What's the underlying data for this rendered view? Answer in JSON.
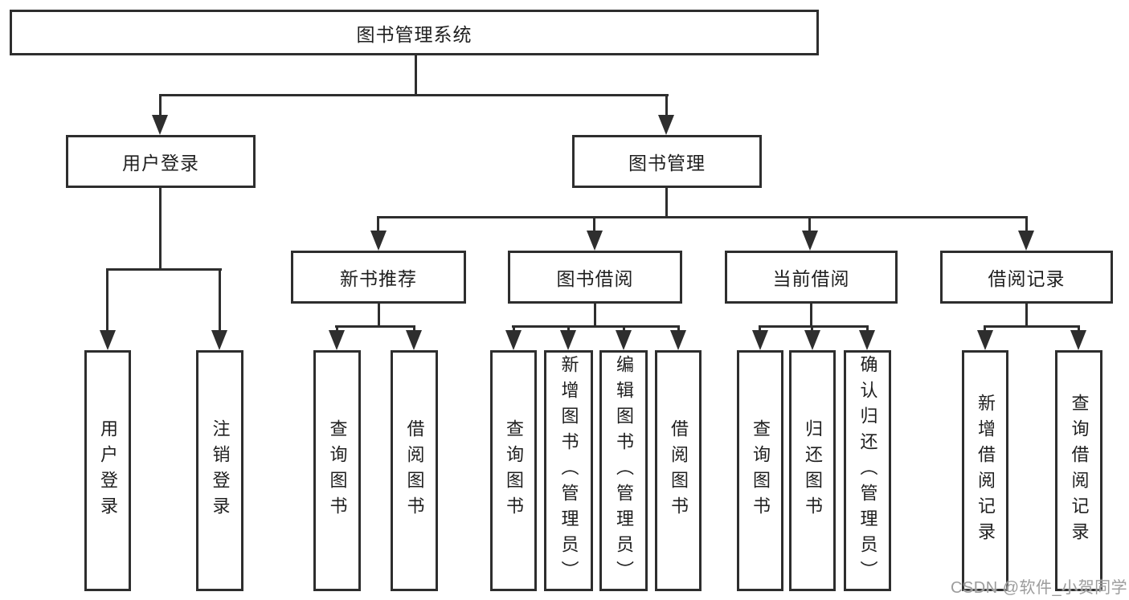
{
  "nodes": {
    "root": "图书管理系统",
    "user_login": "用户登录",
    "book_management": "图书管理",
    "new_book_recommend": "新书推荐",
    "book_borrowing": "图书借阅",
    "current_borrowing": "当前借阅",
    "borrowing_records": "借阅记录",
    "leaves": {
      "user_login": [
        "用户登录",
        "注销登录"
      ],
      "new_book_recommend": [
        "查询图书",
        "借阅图书"
      ],
      "book_borrowing": [
        "查询图书",
        "新增图书（管理员）",
        "编辑图书（管理员）",
        "借阅图书"
      ],
      "current_borrowing": [
        "查询图书",
        "归还图书",
        "确认归还（管理员）"
      ],
      "borrowing_records": [
        "新增借阅记录",
        "查询借阅记录"
      ]
    }
  },
  "watermark": "CSDN @软件_小贺同学",
  "colors": {
    "line": "#2e2e2e",
    "text": "#1f1f1f",
    "watermark": "#9c9c9c",
    "background": "#ffffff"
  }
}
